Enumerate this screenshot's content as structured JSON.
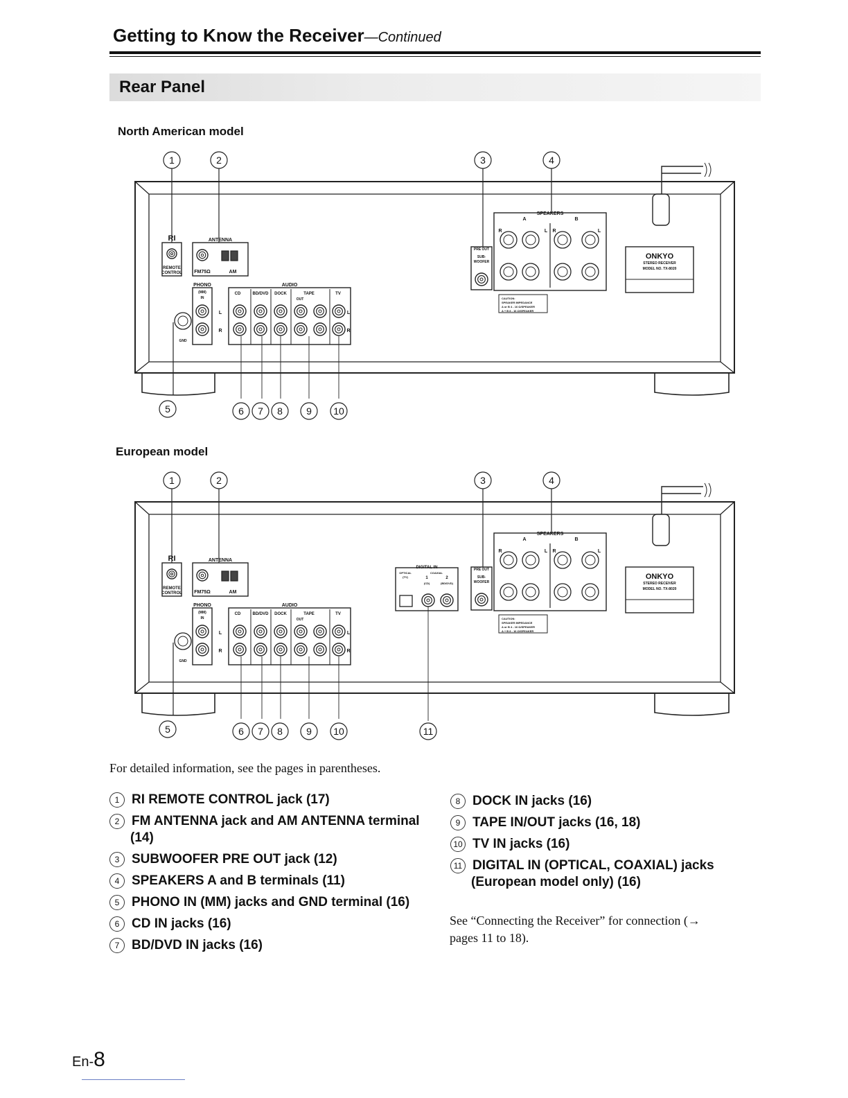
{
  "header": {
    "title": "Getting to Know the Receiver",
    "continued": "—Continued"
  },
  "section": {
    "title": "Rear Panel"
  },
  "models": {
    "north_american": "North American model",
    "european": "European model"
  },
  "panel_text": {
    "ri": "RI",
    "remote_control_1": "REMOTE",
    "remote_control_2": "CONTROL",
    "antenna": "ANTENNA",
    "fm": "FM75Ω",
    "am": "AM",
    "phono": "PHONO",
    "mm": "(MM)",
    "in": "IN",
    "gnd": "GND",
    "audio": "AUDIO",
    "cd": "CD",
    "bddvd": "BD/DVD",
    "dock": "DOCK",
    "tape": "TAPE",
    "tv": "TV",
    "out": "OUT",
    "l": "L",
    "r": "R",
    "pre_out": "PRE OUT",
    "sub": "SUB-",
    "woofer": "WOOFER",
    "speakers": "SPEAKERS",
    "a": "A",
    "b": "B",
    "caution_1": "CAUTION:",
    "caution_2": "SPEAKER IMPEDANCE",
    "caution_3": "A or B 4 - 16 Ω/SPEAKER",
    "caution_4": "A + B 8 - 16 Ω/SPEAKER",
    "brand": "ONKYO",
    "stereo_receiver": "STEREO RECEIVER",
    "model_no": "MODEL NO. TX-8020",
    "digital_in": "DIGITAL IN",
    "optical": "OPTICAL",
    "coaxial": "COAXIAL",
    "tv_paren": "(TV)",
    "cd_paren": "(CD)",
    "bddvd_paren": "(BD/DVD)",
    "one": "1",
    "two": "2"
  },
  "callouts": [
    "①",
    "②",
    "③",
    "④",
    "⑤",
    "⑥",
    "⑦",
    "⑧",
    "⑨",
    "⑩",
    "⑪"
  ],
  "intro": "For detailed information, see the pages in parentheses.",
  "items_left": [
    {
      "num": "1",
      "text": "RI REMOTE CONTROL jack (17)"
    },
    {
      "num": "2",
      "text": "FM ANTENNA jack and AM ANTENNA terminal (14)"
    },
    {
      "num": "3",
      "text": "SUBWOOFER PRE OUT jack (12)"
    },
    {
      "num": "4",
      "text": "SPEAKERS A and B terminals (11)"
    },
    {
      "num": "5",
      "text": "PHONO IN (MM) jacks and GND terminal (16)"
    },
    {
      "num": "6",
      "text": "CD IN jacks (16)"
    },
    {
      "num": "7",
      "text": "BD/DVD IN jacks (16)"
    }
  ],
  "items_right": [
    {
      "num": "8",
      "text": "DOCK IN jacks (16)"
    },
    {
      "num": "9",
      "text": "TAPE IN/OUT jacks (16, 18)"
    },
    {
      "num": "10",
      "text": "TV IN jacks (16)"
    },
    {
      "num": "11",
      "text": "DIGITAL IN (OPTICAL, COAXIAL) jacks (European model only) (16)"
    }
  ],
  "see_also": "See “Connecting the Receiver” for connection (→ pages 11 to 18).",
  "page_number": {
    "prefix": "En-",
    "number": "8"
  }
}
